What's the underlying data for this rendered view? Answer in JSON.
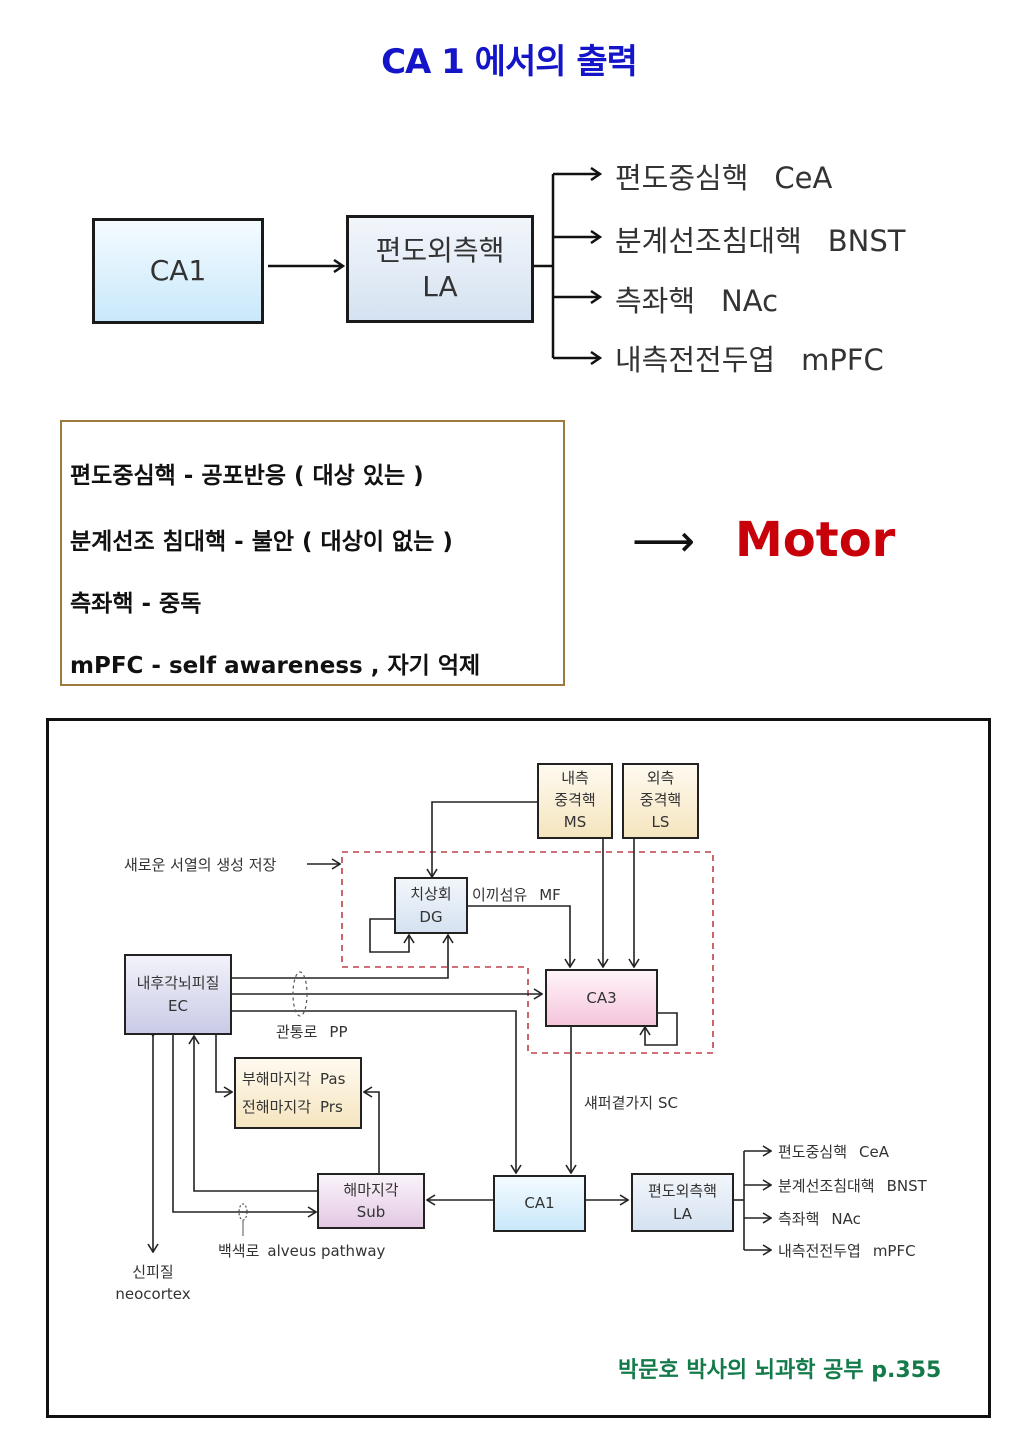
{
  "title": "CA 1 에서의 출력",
  "top_diagram": {
    "source": "CA1",
    "relay": {
      "name": "편도외측핵",
      "abbr": "LA"
    },
    "outputs": [
      {
        "name": "편도중심핵",
        "abbr": "CeA"
      },
      {
        "name": "분계선조침대핵",
        "abbr": "BNST"
      },
      {
        "name": "측좌핵",
        "abbr": "NAc"
      },
      {
        "name": "내측전전두엽",
        "abbr": "mPFC"
      }
    ]
  },
  "summary": {
    "lines": [
      "편도중심핵 -  공포반응 ( 대상 있는 )",
      "분계선조 침대핵 - 불안  ( 대상이 없는 )",
      "측좌핵 - 중독",
      "mPFC - self awareness , 자기 억제"
    ],
    "arrow": "⟶",
    "result": "Motor",
    "result_color": "#c8000a"
  },
  "figure": {
    "annotation_new_sequence": "새로운 서열의 생성 저장",
    "ms": {
      "line1": "내측",
      "line2": "중격핵",
      "abbr": "MS"
    },
    "ls": {
      "line1": "외측",
      "line2": "중격핵",
      "abbr": "LS"
    },
    "dg": {
      "name": "치상회",
      "abbr": "DG"
    },
    "mf": {
      "name": "이끼섬유",
      "abbr": "MF"
    },
    "ec": {
      "name": "내후각뇌피질",
      "abbr": "EC"
    },
    "ca3": "CA3",
    "pp": {
      "name": "관통로",
      "abbr": "PP"
    },
    "pas": {
      "name": "부해마지각",
      "abbr": "Pas"
    },
    "prs": {
      "name": "전해마지각",
      "abbr": "Prs"
    },
    "sc": {
      "name": "섀퍼곁가지",
      "abbr": "SC"
    },
    "sub": {
      "name": "해마지각",
      "abbr": "Sub"
    },
    "ca1": "CA1",
    "la": {
      "name": "편도외측핵",
      "abbr": "LA"
    },
    "outputs": [
      {
        "name": "편도중심핵",
        "abbr": "CeA"
      },
      {
        "name": "분계선조침대핵",
        "abbr": "BNST"
      },
      {
        "name": "측좌핵",
        "abbr": "NAc"
      },
      {
        "name": "내측전전두엽",
        "abbr": "mPFC"
      }
    ],
    "alveus": {
      "name": "백색로",
      "abbr": "alveus pathway"
    },
    "neocortex": {
      "name": "신피질",
      "abbr": "neocortex"
    },
    "credit": "박문호 박사의 뇌과학 공부 p.355",
    "colors": {
      "dashed_region": "#c0404a",
      "credit": "#137a4a"
    }
  }
}
